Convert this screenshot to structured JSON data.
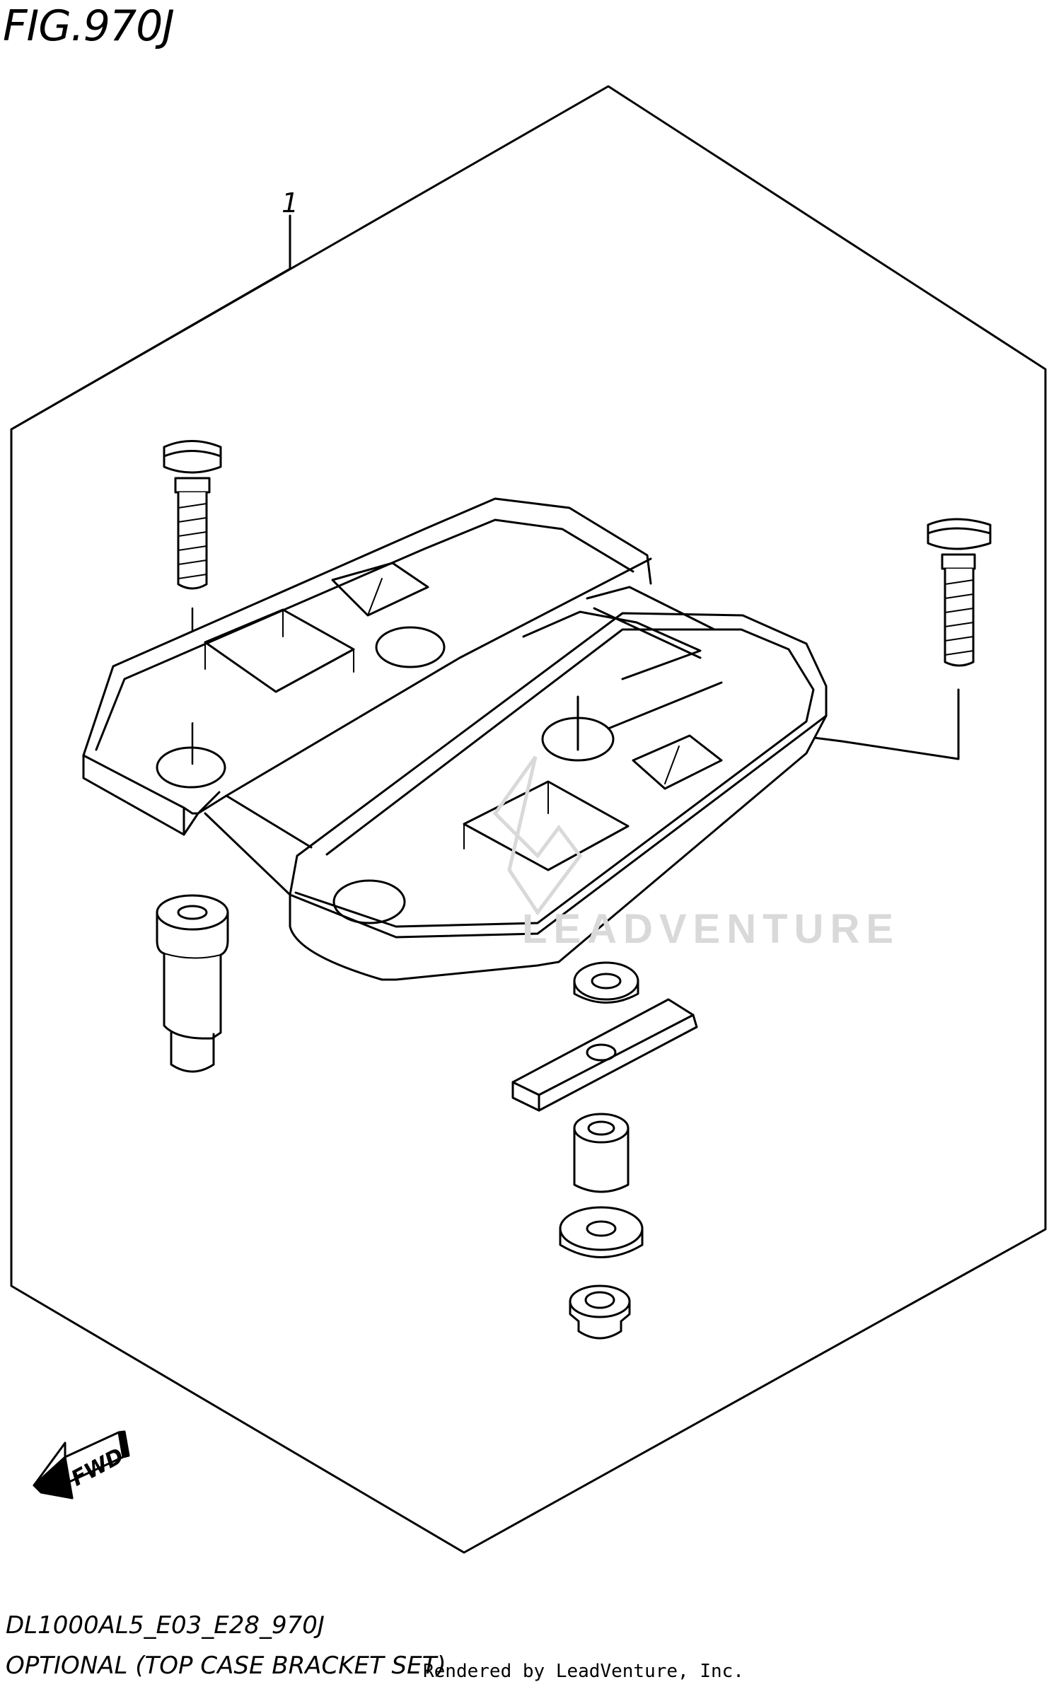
{
  "figure": {
    "title": "FIG.970J",
    "code": "DL1000AL5_E03_E28_970J",
    "caption": "OPTIONAL (TOP CASE BRACKET SET)",
    "rendered_by": "Rendered by LeadVenture, Inc."
  },
  "callouts": [
    {
      "label": "1"
    }
  ],
  "watermark": {
    "text": "LEADVENTURE"
  },
  "direction_arrow": {
    "label": "FWD"
  },
  "colors": {
    "line": "#000000",
    "background": "#ffffff",
    "watermark": "#d9d9d9"
  }
}
